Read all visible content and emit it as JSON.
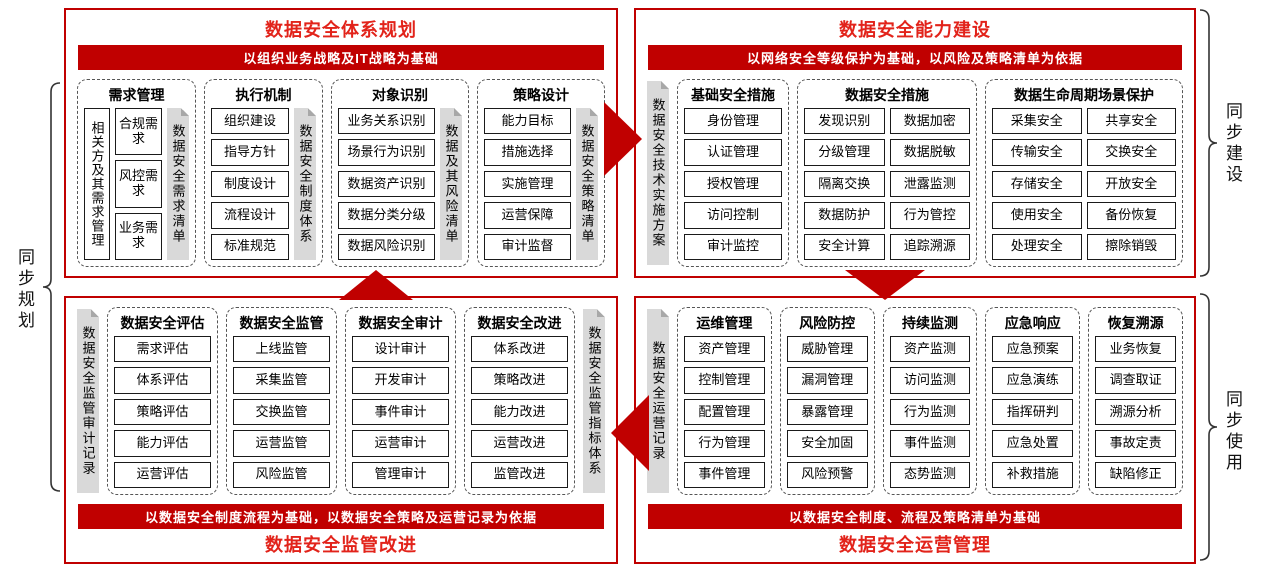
{
  "colors": {
    "accent": "#C00000",
    "title_red": "#E2231A",
    "bar_gray": "#D9D9D9"
  },
  "side_labels": {
    "left": "同步规划",
    "right_top": "同步建设",
    "right_bottom": "同步使用"
  },
  "quadrants": {
    "tl": {
      "title": "数据安全体系规划",
      "banner": "以组织业务战略及IT战略为基础",
      "groups": [
        {
          "header": "需求管理",
          "side_box": "相关方及其需求管理",
          "items": [
            "合规需求",
            "风控需求",
            "业务需求"
          ],
          "bar": "数据安全需求清单"
        },
        {
          "header": "执行机制",
          "items": [
            "组织建设",
            "指导方针",
            "制度设计",
            "流程设计",
            "标准规范"
          ],
          "bar": "数据安全制度体系"
        },
        {
          "header": "对象识别",
          "items": [
            "业务关系识别",
            "场景行为识别",
            "数据资产识别",
            "数据分类分级",
            "数据风险识别"
          ],
          "bar": "数据及其风险清单"
        },
        {
          "header": "策略设计",
          "items": [
            "能力目标",
            "措施选择",
            "实施管理",
            "运营保障",
            "审计监督"
          ],
          "bar": "数据安全策略清单"
        }
      ]
    },
    "tr": {
      "title": "数据安全能力建设",
      "banner": "以网络安全等级保护为基础，以风险及策略清单为依据",
      "bar": "数据安全技术实施方案",
      "groups": [
        {
          "header": "基础安全措施",
          "cols": [
            [
              "身份管理",
              "认证管理",
              "授权管理",
              "访问控制",
              "审计监控"
            ]
          ]
        },
        {
          "header": "数据安全措施",
          "cols": [
            [
              "发现识别",
              "分级管理",
              "隔离交换",
              "数据防护",
              "安全计算"
            ],
            [
              "数据加密",
              "数据脱敏",
              "泄露监测",
              "行为管控",
              "追踪溯源"
            ]
          ]
        },
        {
          "header": "数据生命周期场景保护",
          "cols": [
            [
              "采集安全",
              "传输安全",
              "存储安全",
              "使用安全",
              "处理安全"
            ],
            [
              "共享安全",
              "交换安全",
              "开放安全",
              "备份恢复",
              "擦除销毁"
            ]
          ]
        }
      ]
    },
    "bl": {
      "title": "数据安全监管改进",
      "banner": "以数据安全制度流程为基础，以数据安全策略及运营记录为依据",
      "bar_left": "数据安全监管审计记录",
      "bar_right": "数据安全监管指标体系",
      "groups": [
        {
          "header": "数据安全评估",
          "items": [
            "需求评估",
            "体系评估",
            "策略评估",
            "能力评估",
            "运营评估"
          ]
        },
        {
          "header": "数据安全监管",
          "items": [
            "上线监管",
            "采集监管",
            "交换监管",
            "运营监管",
            "风险监管"
          ]
        },
        {
          "header": "数据安全审计",
          "items": [
            "设计审计",
            "开发审计",
            "事件审计",
            "运营审计",
            "管理审计"
          ]
        },
        {
          "header": "数据安全改进",
          "items": [
            "体系改进",
            "策略改进",
            "能力改进",
            "运营改进",
            "监管改进"
          ]
        }
      ]
    },
    "br": {
      "title": "数据安全运营管理",
      "banner": "以数据安全制度、流程及策略清单为基础",
      "bar_left": "数据安全运营记录",
      "groups": [
        {
          "header": "运维管理",
          "items": [
            "资产管理",
            "控制管理",
            "配置管理",
            "行为管理",
            "事件管理"
          ]
        },
        {
          "header": "风险防控",
          "items": [
            "威胁管理",
            "漏洞管理",
            "暴露管理",
            "安全加固",
            "风险预警"
          ]
        },
        {
          "header": "持续监测",
          "items": [
            "资产监测",
            "访问监测",
            "行为监测",
            "事件监测",
            "态势监测"
          ]
        },
        {
          "header": "应急响应",
          "items": [
            "应急预案",
            "应急演练",
            "指挥研判",
            "应急处置",
            "补救措施"
          ]
        },
        {
          "header": "恢复溯源",
          "items": [
            "业务恢复",
            "调查取证",
            "溯源分析",
            "事故定责",
            "缺陷修正"
          ]
        }
      ]
    }
  }
}
